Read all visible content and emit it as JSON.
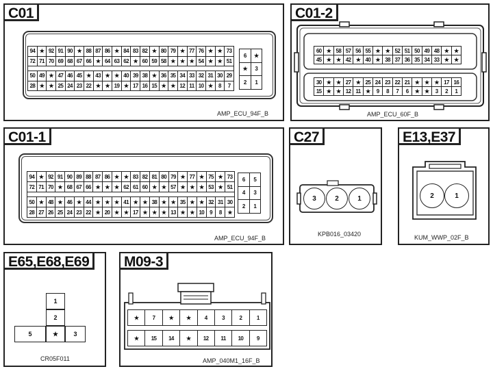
{
  "panels": {
    "c01": {
      "label": "C01",
      "caption": "AMP_ECU_94F_B",
      "block1": [
        [
          "94",
          "★",
          "92",
          "91",
          "90",
          "★",
          "88",
          "87",
          "86",
          "★",
          "84",
          "83",
          "82",
          "★",
          "80",
          "79",
          "★",
          "77",
          "76",
          "★",
          "★",
          "73"
        ],
        [
          "72",
          "71",
          "70",
          "69",
          "68",
          "67",
          "66",
          "★",
          "64",
          "63",
          "62",
          "★",
          "60",
          "59",
          "58",
          "★",
          "★",
          "★",
          "54",
          "★",
          "★",
          "51"
        ],
        [
          "50",
          "49",
          "★",
          "47",
          "46",
          "45",
          "★",
          "43",
          "★",
          "★",
          "40",
          "39",
          "38",
          "★",
          "36",
          "35",
          "34",
          "33",
          "32",
          "31",
          "30",
          "29"
        ],
        [
          "28",
          "★",
          "★",
          "25",
          "24",
          "23",
          "22",
          "★",
          "★",
          "19",
          "★",
          "17",
          "16",
          "15",
          "★",
          "★",
          "12",
          "11",
          "10",
          "★",
          "8",
          "7"
        ]
      ],
      "block2": [
        [
          "6",
          "★"
        ],
        [
          "★",
          "3"
        ],
        [
          "2",
          "1"
        ]
      ]
    },
    "c01_2": {
      "label": "C01-2",
      "caption": "AMP_ECU_60F_B",
      "top_rows": [
        [
          "60",
          "★",
          "58",
          "57",
          "56",
          "55",
          "★",
          "★",
          "52",
          "51",
          "50",
          "49",
          "48",
          "★",
          "★"
        ],
        [
          "45",
          "★",
          "★",
          "42",
          "★",
          "40",
          "★",
          "38",
          "37",
          "36",
          "35",
          "34",
          "33",
          "★",
          "★"
        ]
      ],
      "bottom_rows": [
        [
          "30",
          "★",
          "★",
          "27",
          "★",
          "25",
          "24",
          "23",
          "22",
          "21",
          "★",
          "★",
          "★",
          "17",
          "16"
        ],
        [
          "15",
          "★",
          "★",
          "12",
          "11",
          "★",
          "9",
          "8",
          "7",
          "6",
          "★",
          "★",
          "3",
          "2",
          "1"
        ]
      ]
    },
    "c01_1": {
      "label": "C01-1",
      "caption": "AMP_ECU_94F_B",
      "block1": [
        [
          "94",
          "★",
          "92",
          "91",
          "90",
          "89",
          "88",
          "87",
          "86",
          "★",
          "★",
          "83",
          "82",
          "81",
          "80",
          "79",
          "★",
          "77",
          "★",
          "75",
          "★",
          "73"
        ],
        [
          "72",
          "71",
          "70",
          "★",
          "68",
          "67",
          "66",
          "★",
          "★",
          "★",
          "62",
          "61",
          "60",
          "★",
          "★",
          "57",
          "★",
          "★",
          "★",
          "53",
          "★",
          "51"
        ],
        [
          "50",
          "★",
          "48",
          "★",
          "46",
          "★",
          "44",
          "★",
          "★",
          "★",
          "41",
          "★",
          "★",
          "38",
          "★",
          "★",
          "35",
          "★",
          "★",
          "32",
          "31",
          "30"
        ],
        [
          "28",
          "27",
          "26",
          "25",
          "24",
          "23",
          "22",
          "★",
          "20",
          "★",
          "★",
          "17",
          "★",
          "★",
          "★",
          "13",
          "★",
          "★",
          "10",
          "9",
          "8",
          "★"
        ]
      ],
      "block2": [
        [
          "6",
          "5"
        ],
        [
          "4",
          "3"
        ],
        [
          "2",
          "1"
        ]
      ]
    },
    "c27": {
      "label": "C27",
      "caption": "KPB016_03420",
      "pins": [
        "3",
        "2",
        "1"
      ]
    },
    "e13": {
      "label": "E13,E37",
      "caption": "KUM_WWP_02F_B",
      "pins": [
        "2",
        "1"
      ]
    },
    "e65": {
      "label": "E65,E68,E69",
      "caption": "CR05F011",
      "pins": {
        "p1": "1",
        "p2": "2",
        "p5": "5",
        "pstar": "★",
        "p3": "3"
      }
    },
    "m09": {
      "label": "M09-3",
      "caption": "AMP_040M1_16F_B",
      "row1": [
        "★",
        "7",
        "★",
        "★",
        "4",
        "3",
        "2",
        "1"
      ],
      "row2": [
        "★",
        "15",
        "14",
        "★",
        "12",
        "11",
        "10",
        "9"
      ]
    }
  }
}
